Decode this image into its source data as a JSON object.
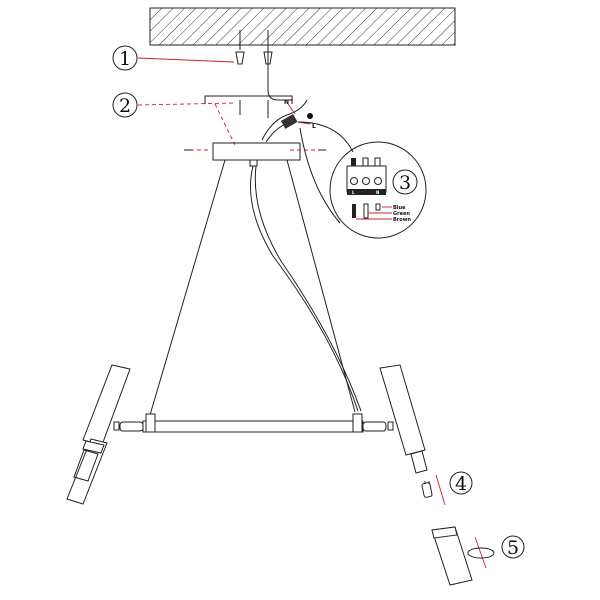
{
  "steps": [
    {
      "number": "1"
    },
    {
      "number": "2"
    },
    {
      "number": "3"
    },
    {
      "number": "4"
    },
    {
      "number": "5"
    }
  ],
  "wire_labels": {
    "neutral": "N",
    "live": "L"
  },
  "terminal_labels": {
    "live": "L",
    "neutral": "N"
  },
  "wire_colors": {
    "blue": "Blue",
    "green": "Green",
    "brown": "Brown"
  },
  "colors": {
    "accent": "#d0202a",
    "line": "#222222"
  }
}
